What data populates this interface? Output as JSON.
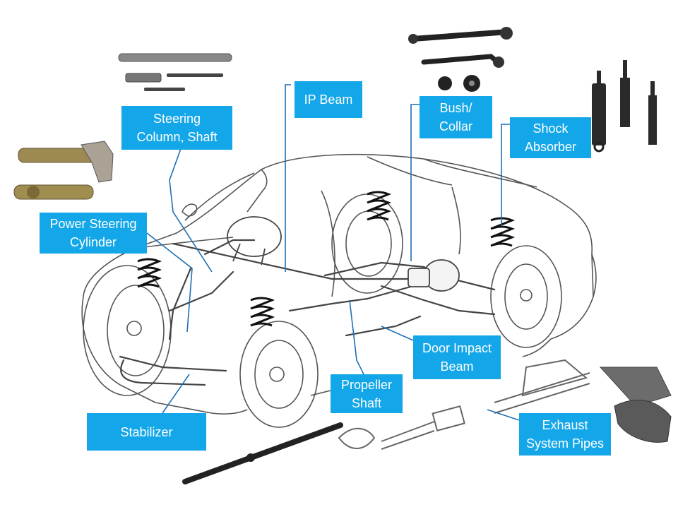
{
  "diagram": {
    "labels": {
      "steering_column": "Steering\nColumn, Shaft",
      "ip_beam": "IP Beam",
      "bush_collar": "Bush/\nCollar",
      "shock_absorber": "Shock\nAbsorber",
      "power_steering": "Power Steering\nCylinder",
      "door_impact_beam": "Door Impact\nBeam",
      "propeller_shaft": "Propeller\nShaft",
      "stabilizer": "Stabilizer",
      "exhaust": "Exhaust\nSystem Pipes"
    },
    "colors": {
      "label_bg": "#13a6e8",
      "label_text": "#ffffff",
      "leader_line": "#1f6fb5",
      "car_outline": "#555555"
    }
  }
}
